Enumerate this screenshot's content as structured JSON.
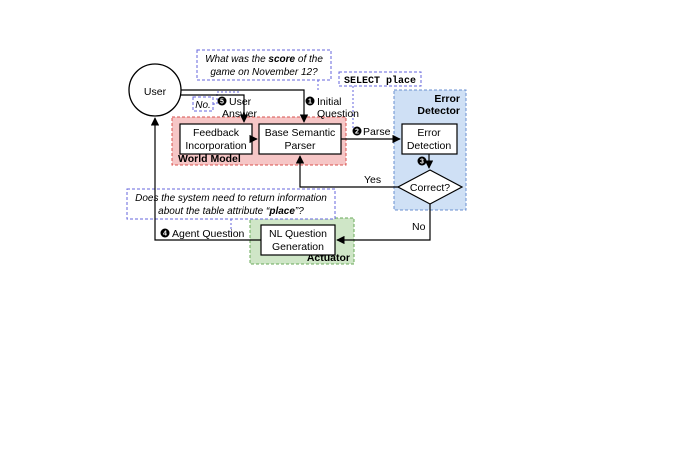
{
  "nodes": {
    "user": "User",
    "feedback_line1": "Feedback",
    "feedback_line2": "Incorporation",
    "parser_line1": "Base Semantic",
    "parser_line2": "Parser",
    "error_detection_line1": "Error",
    "error_detection_line2": "Detection",
    "correct": "Correct?",
    "nlq_line1": "NL Question",
    "nlq_line2": "Generation"
  },
  "regions": {
    "world_model": "World Model",
    "error_detector_line1": "Error",
    "error_detector_line2": "Detector",
    "actuator": "Actuator"
  },
  "callouts": {
    "question_line1_pre": "What was the ",
    "question_line1_bold": "score",
    "question_line1_post": " of the",
    "question_line2": "game on November 12?",
    "sql": "SELECT place",
    "user_answer": "No.",
    "agent_q_line1": "Does the system need to return information",
    "agent_q_line2_pre": "about the table attribute “",
    "agent_q_line2_bold": "place",
    "agent_q_line2_post": "”?"
  },
  "edges": {
    "initial_num": "1",
    "initial_line1": "Initial",
    "initial_line2": "Question",
    "answer_num": "5",
    "answer_line1": "User",
    "answer_line2": "Answer",
    "parse_num": "2",
    "parse": "Parse",
    "check_num": "3",
    "yes": "Yes",
    "no": "No",
    "agent_num": "4",
    "agent_question": "Agent Question"
  },
  "colors": {
    "world_model_fill": "#f6c6c6",
    "world_model_border": "#d9534f",
    "error_detector_fill": "#cfe0f5",
    "error_detector_border": "#6a8fd0",
    "actuator_fill": "#cfe6c7",
    "actuator_border": "#6aa95a",
    "callout_border": "#6666dd"
  }
}
